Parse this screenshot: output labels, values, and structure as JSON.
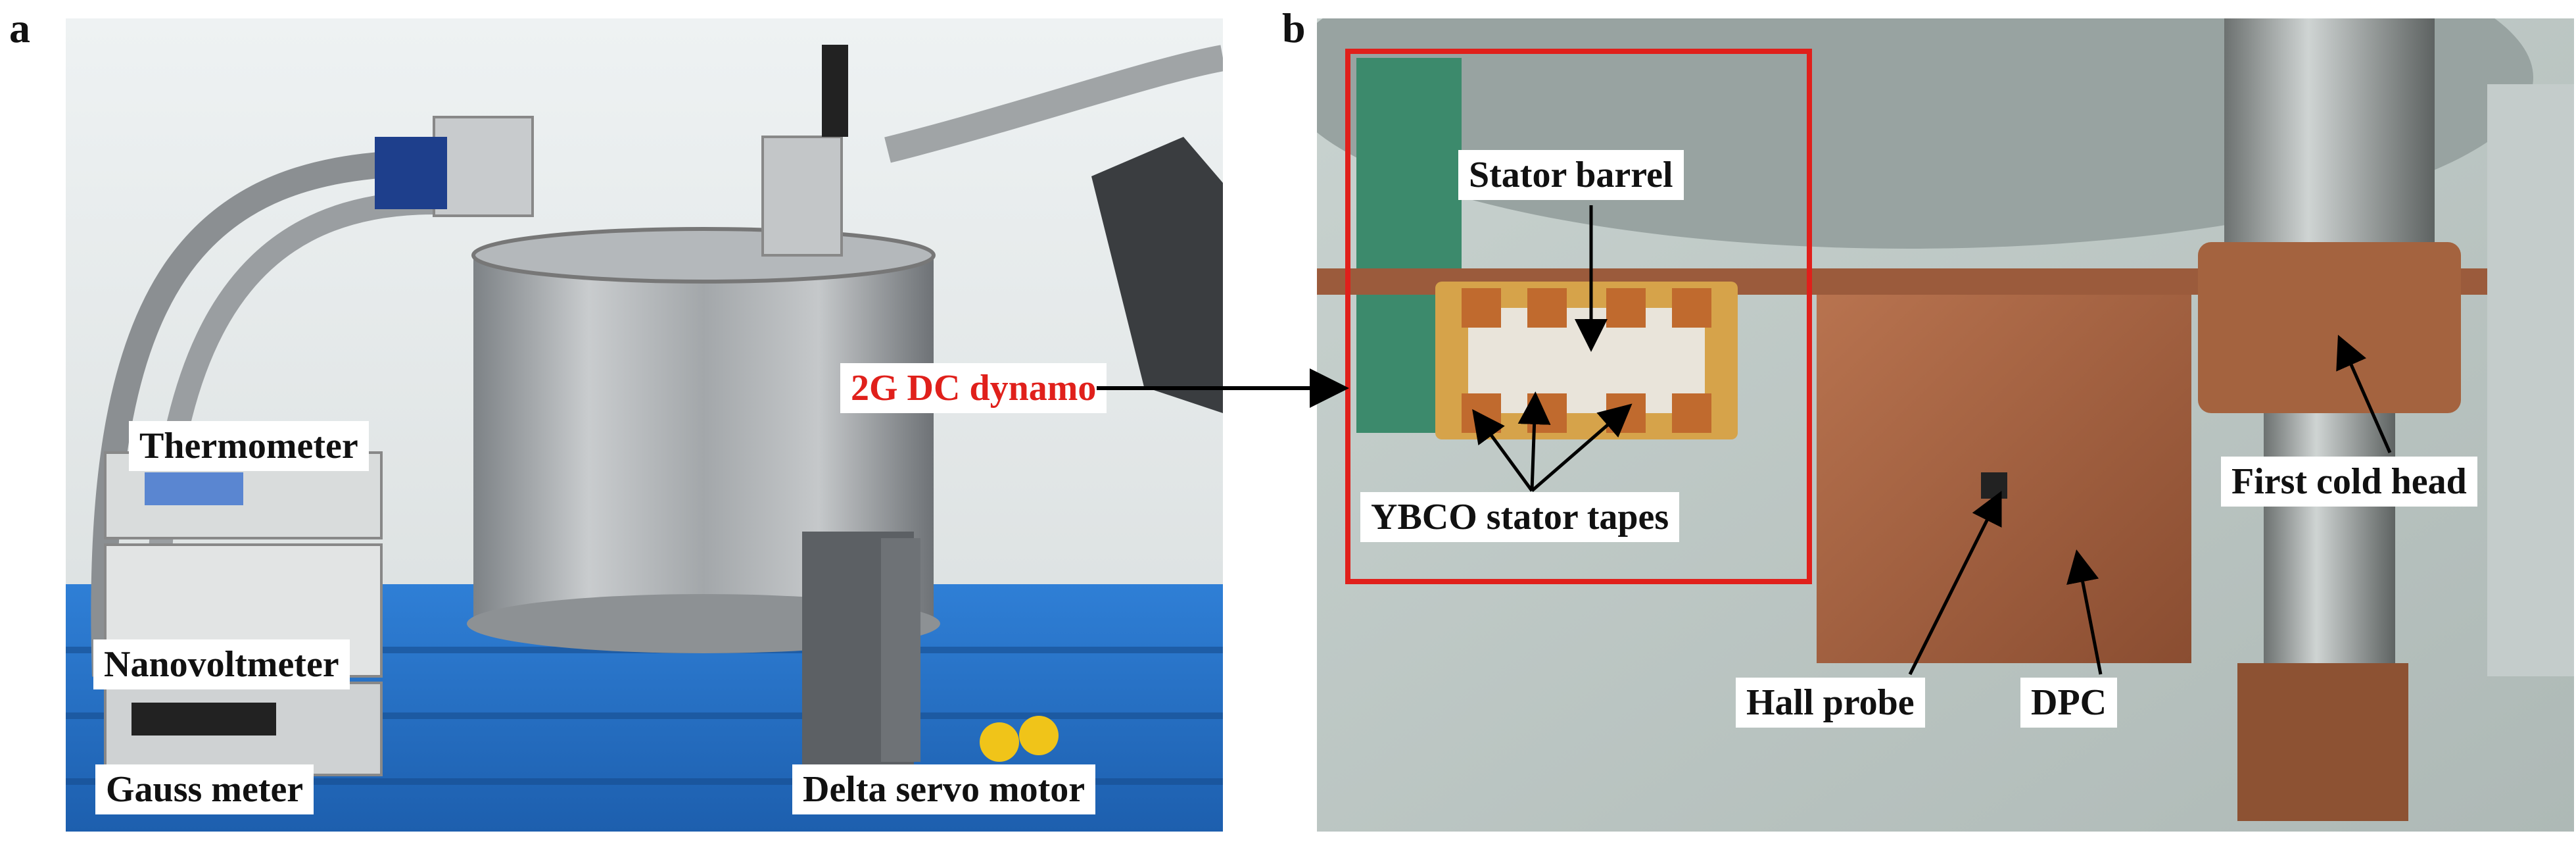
{
  "panels": [
    {
      "letter": "a"
    },
    {
      "letter": "b"
    }
  ],
  "labels_a": {
    "thermometer": "Thermometer",
    "nanovoltmeter": "Nanovoltmeter",
    "gauss_meter": "Gauss meter",
    "dynamo": "2G DC dynamo",
    "servo": "Delta servo motor"
  },
  "labels_b": {
    "stator_barrel": "Stator barrel",
    "ybco_tapes": "YBCO stator tapes",
    "first_cold_head": "First cold head",
    "hall_probe": "Hall probe",
    "dpc": "DPC"
  },
  "colors": {
    "highlight_box": "#e0201b",
    "dynamo_label": "#e0201b",
    "arrow": "#000000"
  }
}
